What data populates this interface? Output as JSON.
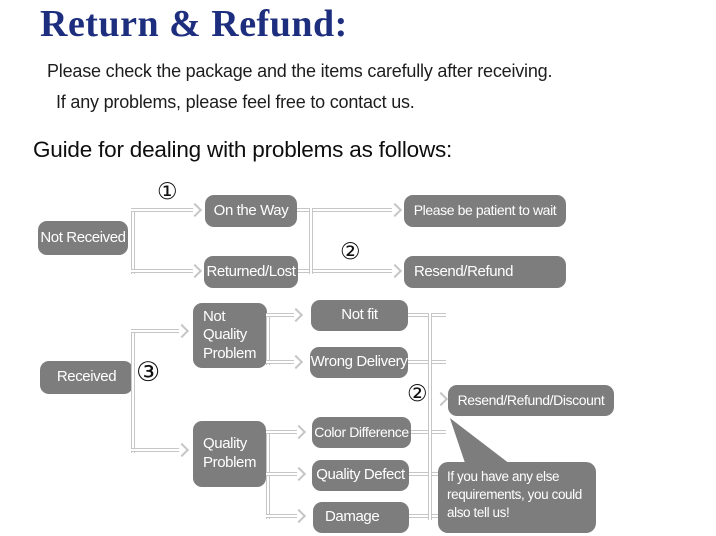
{
  "header": {
    "title": "Return & Refund:",
    "intro_line_1": "Please check the package and the items carefully after receiving.",
    "intro_line_2": "If any problems, please feel free to contact us.",
    "guide_heading": "Guide for dealing with problems as follows:"
  },
  "colors": {
    "title_blue": "#1e2e7e",
    "node_gray": "#7d7d7d",
    "connector_gray": "#c6c6c6",
    "node_text": "#ffffff",
    "body_text": "#1d1d1d"
  },
  "flowchart": {
    "step_markers": {
      "step1": "①",
      "step2_top": "②",
      "step3": "③",
      "step2_bottom": "②"
    },
    "nodes": {
      "not_received": "Not Received",
      "on_the_way": "On the Way",
      "returned_lost": "Returned/Lost",
      "please_be_patient": "Please be patient to wait",
      "resend_refund": "Resend/Refund",
      "received": "Received",
      "not_quality_problem_lines": [
        "Not",
        "Quality",
        "Problem"
      ],
      "quality_problem_lines": [
        "Quality",
        "Problem"
      ],
      "not_fit": "Not fit",
      "wrong_delivery": "Wrong Delivery",
      "color_difference": "Color Difference",
      "quality_defect": "Quality Defect",
      "damage": "Damage",
      "resend_refund_discount": "Resend/Refund/Discount"
    },
    "note_bubble_lines": [
      "If you have any else",
      "requirements, you could",
      "also tell us!"
    ]
  }
}
